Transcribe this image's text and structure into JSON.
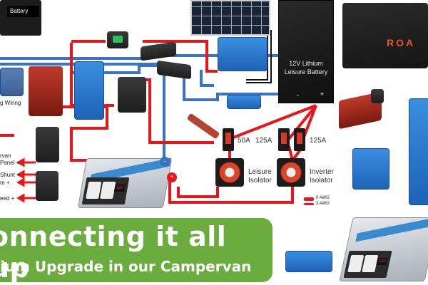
{
  "title": {
    "main": "onnecting it all up",
    "subtitle": "ium Upgrade in our Campervan"
  },
  "components": {
    "starter_battery_label": "Battery",
    "lithium_battery_label_line1": "12V Lithium",
    "lithium_battery_label_line2": "Leisure Battery",
    "lithium_battery_neg": "-",
    "lithium_battery_pos": "+",
    "roam_battery_brand": "ROA",
    "wiring_label": "g Wiring",
    "inverter_pos": "+",
    "inverter_neg": "-",
    "leisure_isolator_line1": "Leisure",
    "leisure_isolator_line2": "Isolator",
    "inverter_isolator_line1": "Inverter",
    "inverter_isolator_line2": "Isolator"
  },
  "fuses": [
    {
      "label": "50A"
    },
    {
      "label": "125A"
    },
    {
      "label": "125A"
    }
  ],
  "outputs": [
    {
      "label": "rvan"
    },
    {
      "label": "Panel +"
    },
    {
      "label": "Shunt +"
    },
    {
      "label": "m +"
    },
    {
      "label": "eed +"
    }
  ],
  "legend": [
    {
      "label": "0 AWG",
      "color": "#e8161b"
    },
    {
      "label": "3 AWG",
      "color": "#e8161b"
    }
  ],
  "colors": {
    "positive_wire": "#e8161b",
    "negative_wire": "#3b73c4",
    "solar_wire": "#111111",
    "banner": "#6aac3e"
  }
}
